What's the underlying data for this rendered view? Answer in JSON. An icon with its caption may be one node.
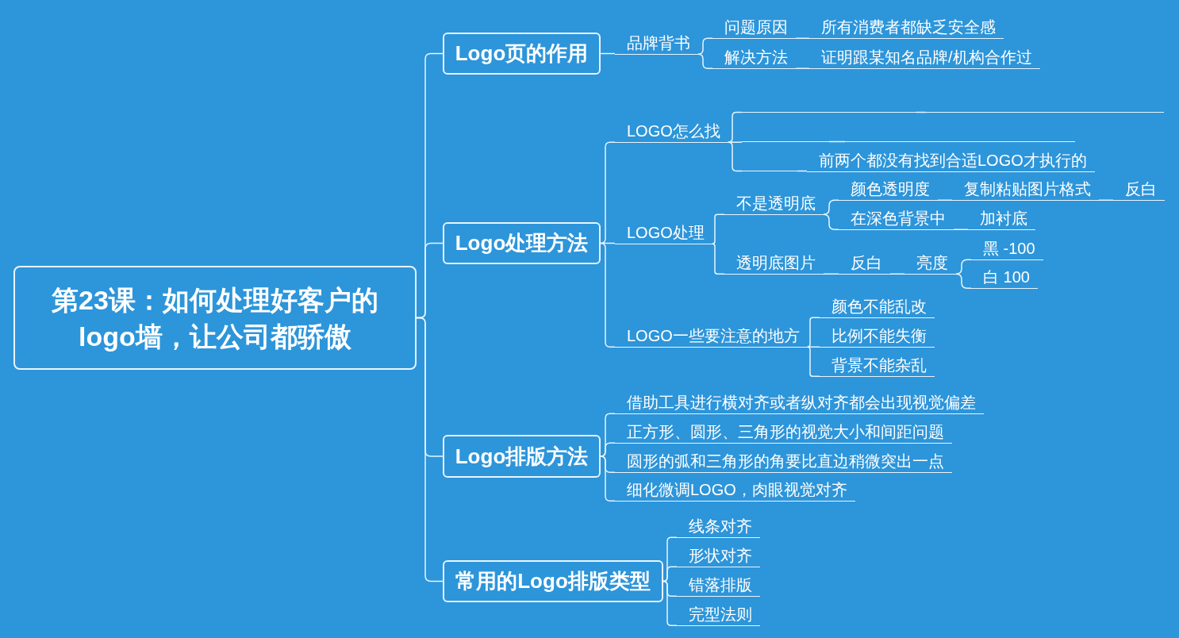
{
  "diagram": {
    "nodes": [
      {
        "text": [
          "第23课：如何处理好客户的logo墙，让公司都骄傲"
        ]
      },
      {
        "text": [
          "Logo页的作用"
        ]
      },
      {
        "text": [
          "品牌背书"
        ]
      },
      {
        "text": [
          "问题原因"
        ]
      },
      {
        "text": [
          "所有消费者都缺乏安全感"
        ]
      },
      {
        "text": [
          "解决方法"
        ]
      },
      {
        "text": [
          "证明跟某知名品牌/机构合作过"
        ]
      },
      {
        "text": [
          "Logo处理方法"
        ]
      },
      {
        "text": [
          "LOGO怎么找"
        ]
      },
      {
        "text": [],
        "shape": "line"
      },
      {
        "text": [],
        "shape": "line"
      },
      {
        "text": [],
        "shape": "line"
      },
      {
        "text": [],
        "shape": "line"
      },
      {
        "text": [],
        "shape": "line"
      },
      {
        "text": [
          "前两个都没有找到合适LOGO才执行的"
        ]
      },
      {
        "text": [
          "LOGO处理"
        ]
      },
      {
        "text": [
          "不是透明底"
        ]
      },
      {
        "text": [
          "颜色透明度"
        ]
      },
      {
        "text": [
          "复制粘贴图片格式"
        ]
      },
      {
        "text": [
          "反白"
        ]
      },
      {
        "text": [
          "在深色背景中"
        ]
      },
      {
        "text": [
          "加衬底"
        ]
      },
      {
        "text": [
          "透明底图片"
        ]
      },
      {
        "text": [
          "反白"
        ]
      },
      {
        "text": [
          "亮度"
        ]
      },
      {
        "text": [
          "黑 -100"
        ]
      },
      {
        "text": [
          "白 100"
        ]
      },
      {
        "text": [
          "LOGO一些要注意的地方"
        ]
      },
      {
        "text": [
          "颜色不能乱改"
        ]
      },
      {
        "text": [
          "比例不能失衡"
        ]
      },
      {
        "text": [
          "背景不能杂乱"
        ]
      },
      {
        "text": [
          "Logo排版方法"
        ]
      },
      {
        "text": [
          "借助工具进行横对齐或者纵对齐都会出现视觉偏差"
        ]
      },
      {
        "text": [
          "正方形、圆形、三角形的视觉大小和间距问题"
        ]
      },
      {
        "text": [
          "圆形的弧和三角形的角要比直边稍微突出一点"
        ]
      },
      {
        "text": [
          "细化微调LOGO，肉眼视觉对齐"
        ]
      },
      {
        "text": [
          "常用的Logo排版类型"
        ]
      },
      {
        "text": [
          "线条对齐"
        ]
      },
      {
        "text": [
          "形状对齐"
        ]
      },
      {
        "text": [
          "错落排版"
        ]
      },
      {
        "text": [
          "完型法则"
        ]
      }
    ],
    "edges": [
      {
        "from": 0,
        "to": 1,
        "arrow": "none"
      },
      {
        "from": 0,
        "to": 7,
        "arrow": "none"
      },
      {
        "from": 0,
        "to": 31,
        "arrow": "none"
      },
      {
        "from": 0,
        "to": 36,
        "arrow": "none"
      },
      {
        "from": 1,
        "to": 2,
        "arrow": "none"
      },
      {
        "from": 2,
        "to": 3,
        "arrow": "none"
      },
      {
        "from": 3,
        "to": 4,
        "arrow": "none"
      },
      {
        "from": 2,
        "to": 5,
        "arrow": "none"
      },
      {
        "from": 5,
        "to": 6,
        "arrow": "none"
      },
      {
        "from": 7,
        "to": 8,
        "arrow": "none"
      },
      {
        "from": 8,
        "to": 9,
        "arrow": "none"
      },
      {
        "from": 9,
        "to": 10,
        "arrow": "none"
      },
      {
        "from": 8,
        "to": 11,
        "arrow": "none"
      },
      {
        "from": 11,
        "to": 12,
        "arrow": "none"
      },
      {
        "from": 8,
        "to": 13,
        "arrow": "none"
      },
      {
        "from": 13,
        "to": 14,
        "arrow": "none"
      },
      {
        "from": 7,
        "to": 15,
        "arrow": "none"
      },
      {
        "from": 15,
        "to": 16,
        "arrow": "none"
      },
      {
        "from": 16,
        "to": 17,
        "arrow": "none"
      },
      {
        "from": 17,
        "to": 18,
        "arrow": "none"
      },
      {
        "from": 18,
        "to": 19,
        "arrow": "none"
      },
      {
        "from": 16,
        "to": 20,
        "arrow": "none"
      },
      {
        "from": 20,
        "to": 21,
        "arrow": "none"
      },
      {
        "from": 15,
        "to": 22,
        "arrow": "none"
      },
      {
        "from": 22,
        "to": 23,
        "arrow": "none"
      },
      {
        "from": 23,
        "to": 24,
        "arrow": "none"
      },
      {
        "from": 24,
        "to": 25,
        "arrow": "none"
      },
      {
        "from": 24,
        "to": 26,
        "arrow": "none"
      },
      {
        "from": 7,
        "to": 27,
        "arrow": "none"
      },
      {
        "from": 27,
        "to": 28,
        "arrow": "none"
      },
      {
        "from": 27,
        "to": 29,
        "arrow": "none"
      },
      {
        "from": 27,
        "to": 30,
        "arrow": "none"
      },
      {
        "from": 31,
        "to": 32,
        "arrow": "none"
      },
      {
        "from": 31,
        "to": 33,
        "arrow": "none"
      },
      {
        "from": 31,
        "to": 34,
        "arrow": "none"
      },
      {
        "from": 31,
        "to": 35,
        "arrow": "none"
      },
      {
        "from": 36,
        "to": 37,
        "arrow": "none"
      },
      {
        "from": 36,
        "to": 38,
        "arrow": "none"
      },
      {
        "from": 36,
        "to": 39,
        "arrow": "none"
      },
      {
        "from": 36,
        "to": 40,
        "arrow": "none"
      }
    ]
  }
}
